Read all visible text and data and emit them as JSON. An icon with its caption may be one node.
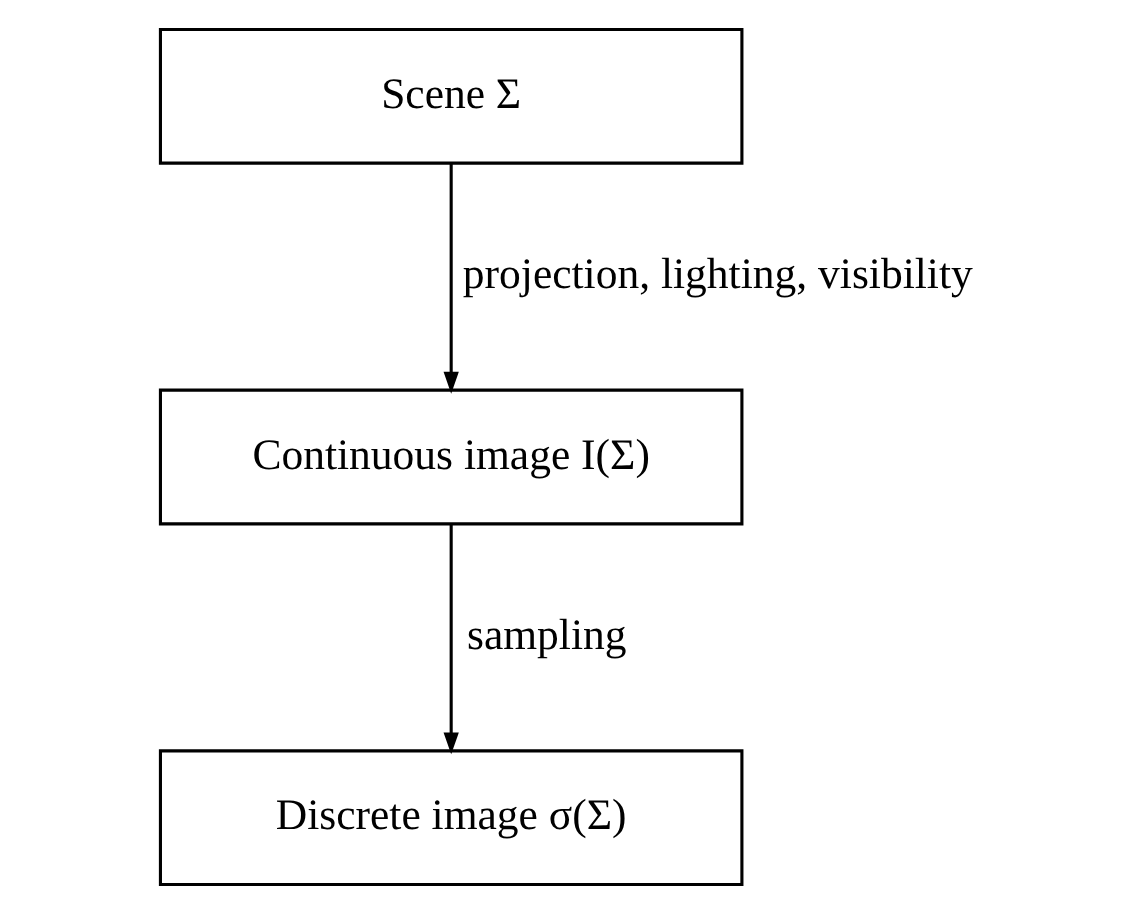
{
  "diagram": {
    "nodes": [
      {
        "text": [
          "Scene Σ"
        ]
      },
      {
        "text": [
          "Continuous image I(Σ)"
        ]
      },
      {
        "text": [
          "Discrete image σ(Σ)"
        ]
      }
    ],
    "edges": [
      {
        "from": 0,
        "to": 1,
        "arrow": "to",
        "label": "projection, lighting, visibility"
      },
      {
        "from": 1,
        "to": 2,
        "arrow": "to",
        "label": "sampling"
      }
    ]
  }
}
